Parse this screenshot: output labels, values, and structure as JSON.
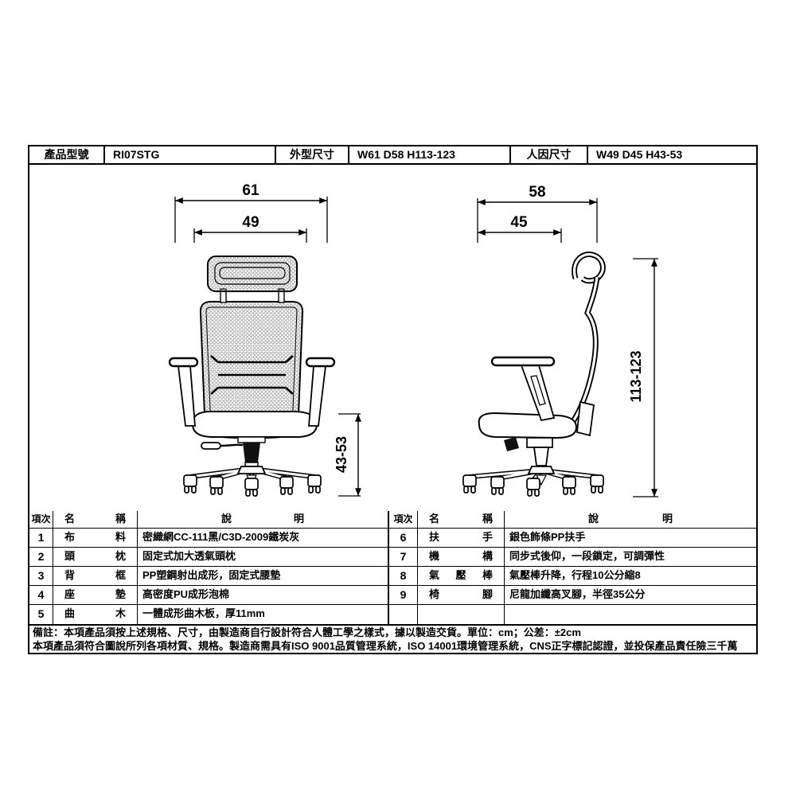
{
  "header": {
    "cells": [
      "產品型號",
      "RI07STG",
      "外型尺寸",
      "W61 D58 H113-123",
      "人因尺寸",
      "W49 D45 H43-53"
    ]
  },
  "drawing": {
    "front": {
      "overall_width": "61",
      "inner_width": "49",
      "seat_height": "43-53"
    },
    "side": {
      "overall_depth": "58",
      "inner_depth": "45",
      "overall_height": "113-123"
    }
  },
  "spec": {
    "col_item": "項次",
    "col_name": "名 稱",
    "col_desc": "說 明",
    "left": [
      {
        "no": "1",
        "name": "布 料",
        "desc": "密織網CC-111黑/C3D-2009鐵炭灰"
      },
      {
        "no": "2",
        "name": "頭 枕",
        "desc": "固定式加大透氣頭枕"
      },
      {
        "no": "3",
        "name": "背 框",
        "desc": "PP塑鋼射出成形，固定式腰墊"
      },
      {
        "no": "4",
        "name": "座 墊",
        "desc": "高密度PU成形泡棉"
      },
      {
        "no": "5",
        "name": "曲 木",
        "desc": "一體成形曲木板，厚11mm"
      }
    ],
    "right": [
      {
        "no": "6",
        "name": "扶 手",
        "desc": "銀色飾條PP扶手"
      },
      {
        "no": "7",
        "name": "機 構",
        "desc": "同步式後仰，一段鎖定，可調彈性"
      },
      {
        "no": "8",
        "name": "氣 壓 棒",
        "desc": "氣壓棒升降，行程10公分縮8"
      },
      {
        "no": "9",
        "name": "椅 腳",
        "desc": "尼龍加纖高叉腳，半徑35公分"
      },
      {
        "no": "",
        "name": "",
        "desc": ""
      }
    ]
  },
  "notes": {
    "line1": "備註：本項產品須按上述規格、尺寸，由製造商自行設計符合人體工學之樣式，據以製造交貨。單位：cm；公差：±2cm",
    "line2": "本項產品須符合圖說所列各項材質、規格。製造商需具有ISO 9001品質管理系統，ISO 14001環境管理系統，CNS正字標記認證，並投保產品責任險三千萬"
  }
}
